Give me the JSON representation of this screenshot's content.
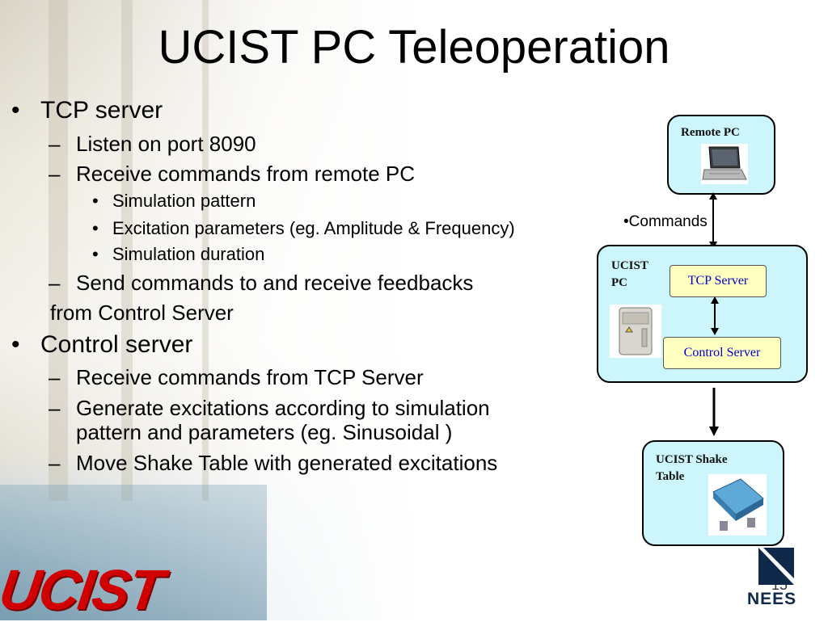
{
  "slide": {
    "title": "UCIST PC Teleoperation",
    "page_number": "15"
  },
  "bullets": [
    {
      "text": "TCP server"
    },
    {
      "text": "Listen on port 8090"
    },
    {
      "text": "Receive commands from remote PC"
    },
    {
      "text": "Simulation pattern"
    },
    {
      "text": "Excitation parameters (eg. Amplitude & Frequency)"
    },
    {
      "text": "Simulation duration"
    },
    {
      "text": "Send commands  to and receive feedbacks"
    },
    {
      "text": "from Control Server"
    },
    {
      "text": "Control server"
    },
    {
      "text": "Receive commands from TCP Server"
    },
    {
      "text": "Generate excitations according to simulation"
    },
    {
      "text": "pattern and parameters (eg. Sinusoidal )"
    },
    {
      "text": "Move Shake Table with generated excitations"
    }
  ],
  "diagram": {
    "remote_pc": "Remote PC",
    "commands": "•Commands",
    "ucist_pc_line1": "UCIST",
    "ucist_pc_line2": "PC",
    "tcp_server": "TCP Server",
    "control_server": "Control Server",
    "shake_table_line1": "UCIST Shake",
    "shake_table_line2": "Table"
  },
  "logos": {
    "ucist": "UCIST",
    "nees": "NEES"
  },
  "colors": {
    "diagram_box": "#ccf6fb",
    "inner_box": "#ffffc0",
    "inner_text": "#0000cc",
    "ucist_logo": "#d10000",
    "nees_logo": "#10284a"
  },
  "icons": [
    "laptop-icon",
    "computer-tower-icon",
    "shake-table-icon",
    "nees-logo-icon"
  ]
}
